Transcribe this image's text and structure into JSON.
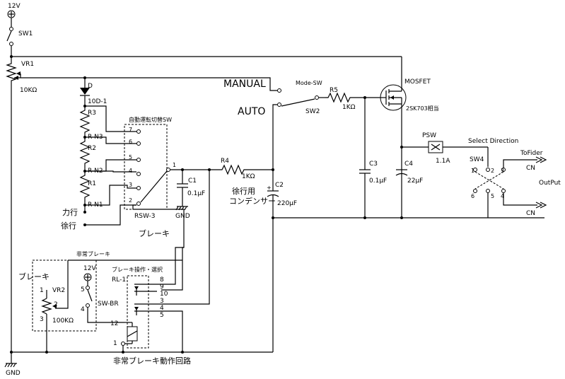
{
  "power": {
    "v12": "12V",
    "gnd": "GND",
    "sw1": "SW1"
  },
  "vr1": {
    "name": "VR1",
    "value": "10KΩ"
  },
  "diode": {
    "name": "D"
  },
  "chain": {
    "d1": "10D-1",
    "r3": "R3",
    "rn3": "R-N3",
    "r2": "R2",
    "rn2": "R-N2",
    "r1": "R1",
    "rn1": "R-N1"
  },
  "labels_jp": {
    "power_run": "力行",
    "coast": "徐行",
    "brake": "ブレーキ",
    "brake_left": "ブレーキ",
    "emergency_brake": "非常ブレーキ",
    "brake_select": "ブレーキ操作・選択",
    "emergency_circuit": "非常ブレーキ動作回路",
    "auto_sw": "自動運転切替SW",
    "coast_cap_1": "徐行用",
    "coast_cap_2": "コンデンサー"
  },
  "rsw3": {
    "name": "RSW-3",
    "pins": [
      "1",
      "2",
      "3",
      "4",
      "5",
      "6",
      "7"
    ]
  },
  "c1": {
    "name": "C1",
    "value": "0.1μF",
    "gnd": "GND"
  },
  "r4": {
    "name": "R4",
    "value": "1KΩ"
  },
  "c2": {
    "name": "C2",
    "value": "220μF"
  },
  "mode": {
    "manual": "MANUAL",
    "auto": "AUTO",
    "mode_sw": "Mode-SW",
    "sw2": "SW2"
  },
  "r5": {
    "name": "R5",
    "value": "1KΩ"
  },
  "mosfet": {
    "name": "MOSFET",
    "part": "2SK703相当"
  },
  "c3": {
    "name": "C3",
    "value": "0.1μF"
  },
  "c4": {
    "name": "C4",
    "value": "22μF"
  },
  "psw": {
    "name": "PSW",
    "value": "1.1A"
  },
  "sw4": {
    "name": "SW4",
    "title": "Select Direction",
    "pins": [
      "1",
      "2",
      "3",
      "4",
      "5",
      "6"
    ]
  },
  "output": {
    "to_fider": "ToFider",
    "cn_top": "CN",
    "cn_bot": "CN",
    "output": "OutPut"
  },
  "vr2": {
    "name": "VR2",
    "value": "100KΩ",
    "p1": "1",
    "p2": "2",
    "p3": "3"
  },
  "swbr": {
    "name": "SW-BR",
    "v12": "12V",
    "p5": "5",
    "p4": "4"
  },
  "rl1": {
    "name": "RL-1",
    "pins": [
      "8",
      "9",
      "10",
      "3",
      "4",
      "5",
      "12",
      "1"
    ]
  }
}
